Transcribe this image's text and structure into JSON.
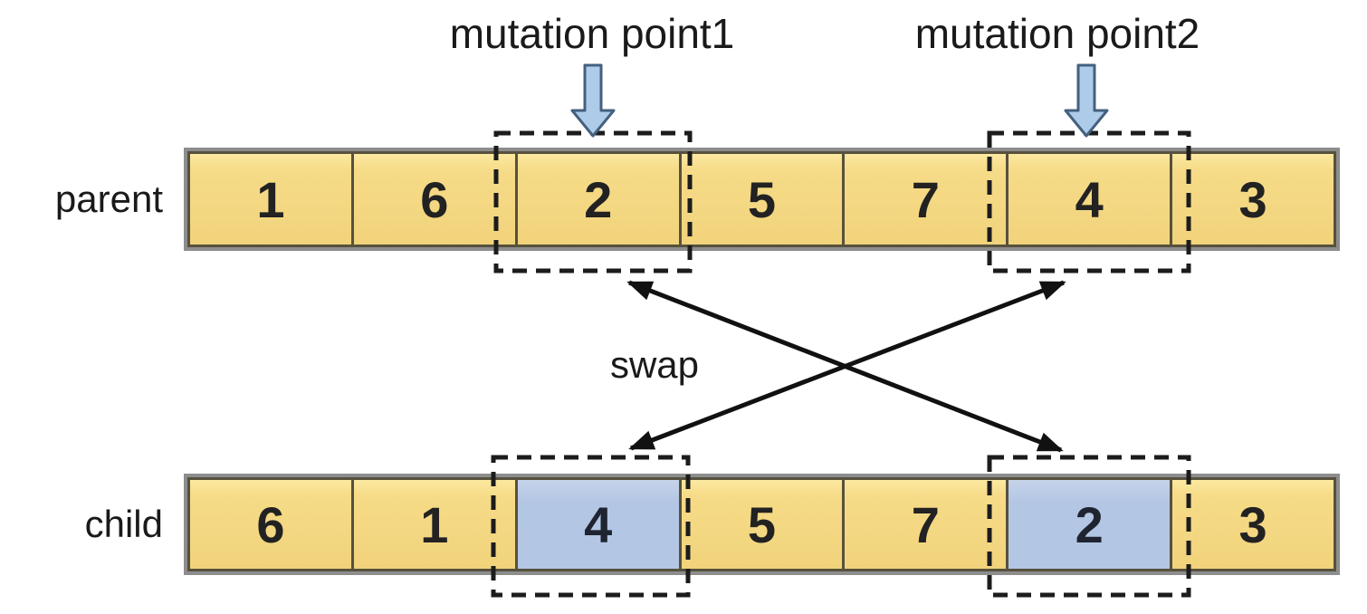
{
  "labels": {
    "mutation_point1": "mutation point1",
    "mutation_point2": "mutation point2",
    "swap": "swap"
  },
  "parent": {
    "label": "parent",
    "cells": [
      "1",
      "6",
      "2",
      "5",
      "7",
      "4",
      "3"
    ]
  },
  "child": {
    "label": "child",
    "cells": [
      "6",
      "1",
      "4",
      "5",
      "7",
      "2",
      "3"
    ],
    "highlighted_positions": [
      3,
      6
    ]
  },
  "mutation_points": {
    "point1_parent_value": "2",
    "point2_parent_value": "4",
    "dashed_box_positions": [
      3,
      6
    ]
  },
  "icons": {
    "mutation_point1_icon": "down-block-arrow-icon",
    "mutation_point2_icon": "down-block-arrow-icon",
    "swap_arrows": "crossing-double-headed-arrows"
  },
  "colors": {
    "background": "#ffffff",
    "cell_yellow": "#f6db88",
    "cell_yellow_light": "#fce9a0",
    "cell_yellow_dark": "#f1d37b",
    "cell_blue": "#b3c6e4",
    "cell_blue_light": "#c6d4ea",
    "cell_border": "#57513d",
    "row_frame": "#8d8d8d",
    "dash_color": "#1c1c1c",
    "arrow_color": "#111111",
    "block_arrow_fill": "#aecbea",
    "block_arrow_stroke": "#44607f",
    "text_color": "#1a1a1a",
    "digit_color": "#222222",
    "digit_blue_color": "#1e2530"
  }
}
